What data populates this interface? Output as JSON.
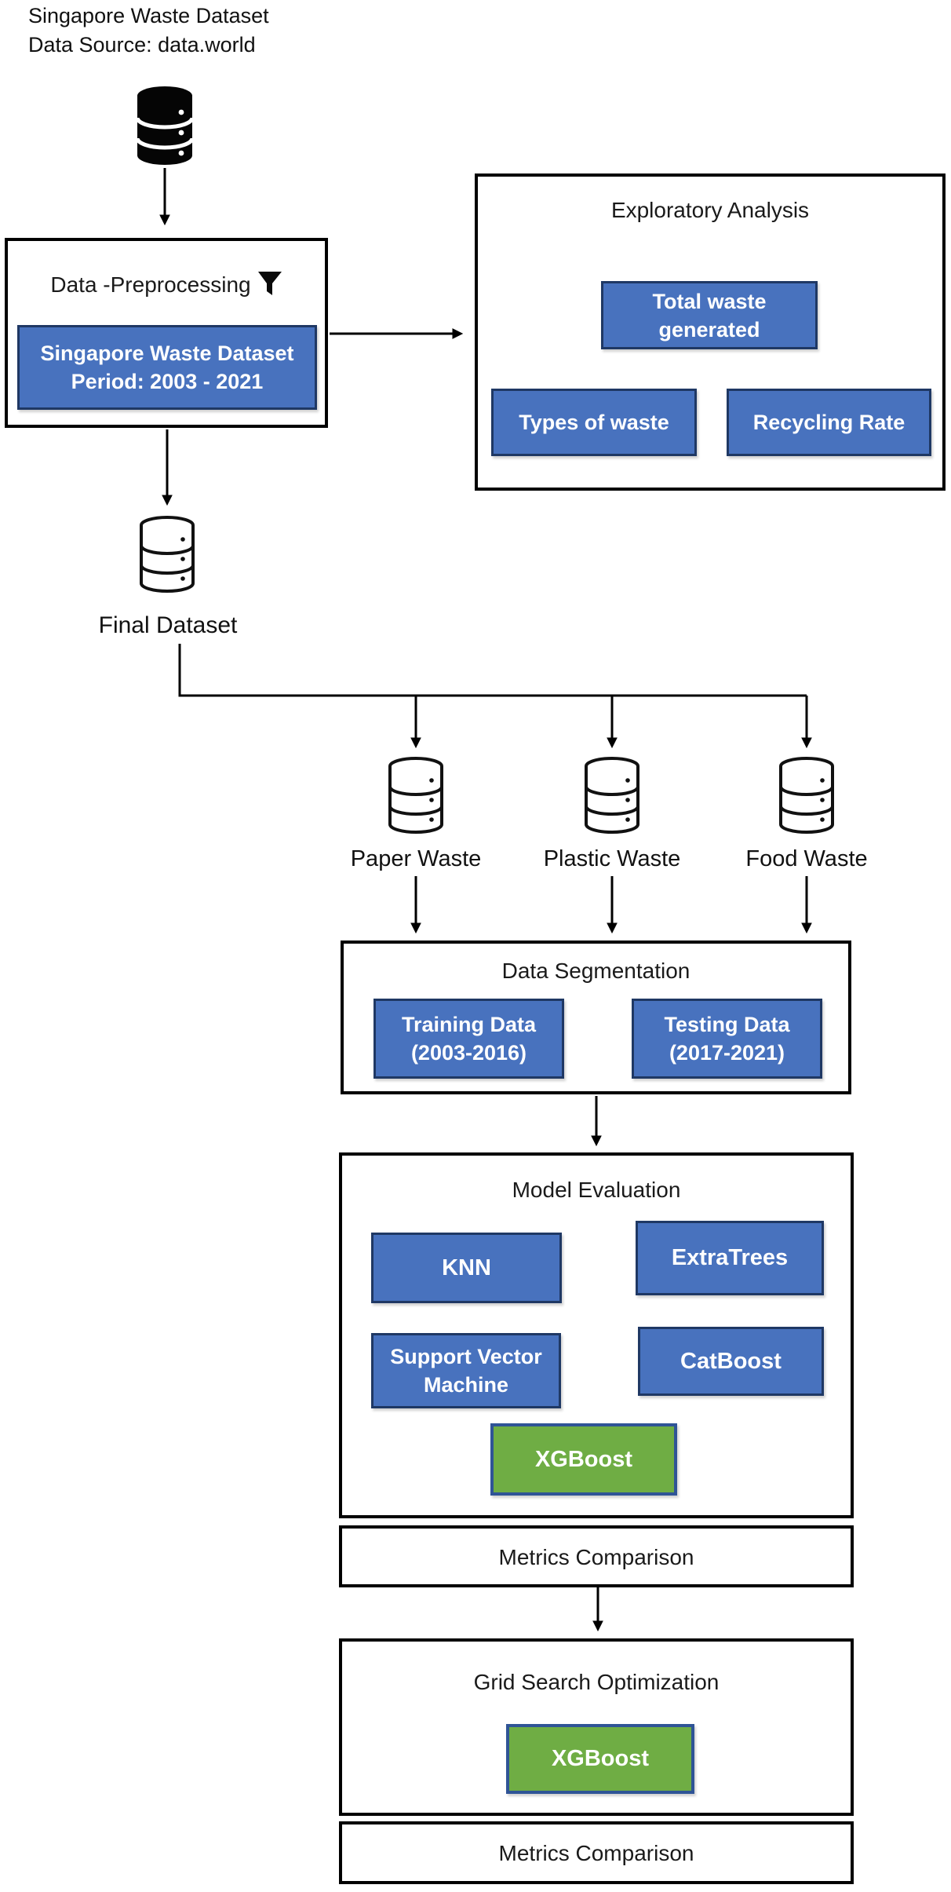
{
  "figure": {
    "source_note": {
      "line1": "Singapore Waste Dataset",
      "line2": "Data Source: data.world"
    },
    "preprocessing": {
      "title": "Data -Preprocessing",
      "dataset_chip": {
        "line1": "Singapore Waste Dataset",
        "line2": "Period: 2003 - 2021"
      }
    },
    "exploratory": {
      "title": "Exploratory Analysis",
      "total_waste": {
        "line1": "Total waste",
        "line2": "generated"
      },
      "types_of_waste": "Types of waste",
      "recycling_rate": "Recycling Rate"
    },
    "final_dataset_label": "Final Dataset",
    "waste_streams": [
      {
        "label": "Paper Waste"
      },
      {
        "label": "Plastic Waste"
      },
      {
        "label": "Food Waste"
      }
    ],
    "segmentation": {
      "title": "Data Segmentation",
      "training": {
        "line1": "Training Data",
        "line2": "(2003-2016)"
      },
      "testing": {
        "line1": "Testing Data",
        "line2": "(2017-2021)"
      }
    },
    "evaluation": {
      "title": "Model Evaluation",
      "knn": "KNN",
      "extratrees": "ExtraTrees",
      "svm": {
        "line1": "Support Vector",
        "line2": "Machine"
      },
      "catboost": "CatBoost",
      "xgboost": "XGBoost"
    },
    "metrics_comparison_1": "Metrics Comparison",
    "grid_search": {
      "title": "Grid Search Optimization",
      "xgboost": "XGBoost"
    },
    "metrics_comparison_2": "Metrics Comparison"
  },
  "colors": {
    "chip_blue": "#4872BE",
    "chip_blue_border": "#1F3864",
    "chip_green": "#6FAD44",
    "chip_green_border": "#2F5496",
    "chip_text": "#FFFFFF",
    "line": "#000000",
    "text": "#1A1A1A",
    "background": "#FFFFFF"
  },
  "icons": {
    "source_database": "database-icon",
    "filter": "filter-icon",
    "final_database": "database-icon",
    "paper_database": "database-icon",
    "plastic_database": "database-icon",
    "food_database": "database-icon"
  }
}
